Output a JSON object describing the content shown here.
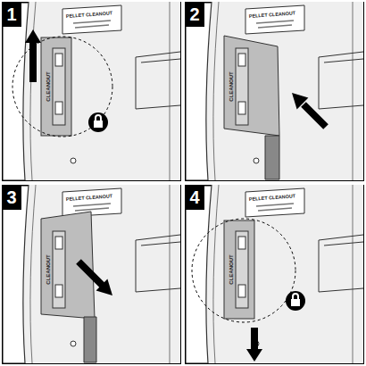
{
  "diagram": {
    "labels": [
      "1",
      "PELLET CLEANOUT",
      "CLEANOUT",
      "2",
      "PELLET CLEANOUT",
      "CLEANOUT",
      "3",
      "PELLET CLEANOUT",
      "CLEANOUT",
      "4",
      "PELLET CLEANOUT",
      "CLEANOUT"
    ]
  }
}
